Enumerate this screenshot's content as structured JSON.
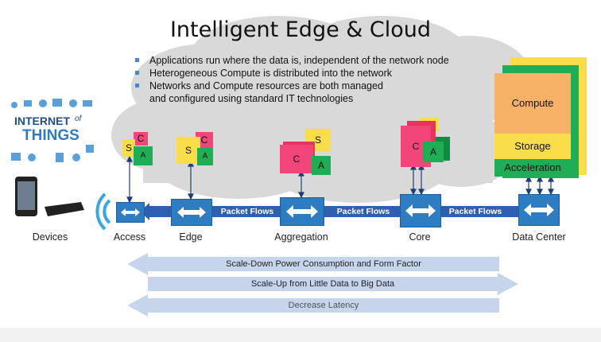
{
  "title": "Intelligent Edge & Cloud",
  "bullets": [
    "Applications run where the data is, independent of the network node",
    "Heterogeneous Compute is distributed into the network",
    "Networks and Compute resources are both managed",
    "and configured using standard IT technologies"
  ],
  "iot_logo": {
    "line1": "INTERNET",
    "of": "of",
    "line2": "THINGS"
  },
  "nodes": {
    "devices": "Devices",
    "access": "Access",
    "edge": "Edge",
    "aggregation": "Aggregation",
    "core": "Core",
    "datacenter": "Data Center"
  },
  "flow_label": "Packet Flows",
  "resource_letters": {
    "c": "C",
    "s": "S",
    "a": "A"
  },
  "datacenter_blocks": {
    "compute": "Compute",
    "storage": "Storage",
    "acceleration": "Acceleration"
  },
  "scale_arrows": {
    "power": "Scale-Down Power Consumption and Form Factor",
    "data": "Scale-Up from Little Data to Big Data",
    "latency": "Decrease Latency"
  },
  "colors": {
    "node_blue": "#2e7cc2",
    "flow_blue": "#2f5fb3",
    "pink": "#f2467a",
    "yellow": "#f9dd4a",
    "green": "#1fae55",
    "orange": "#f7b267",
    "cloud": "#d6d6d6",
    "arrow_light": "#c7d5ec"
  }
}
